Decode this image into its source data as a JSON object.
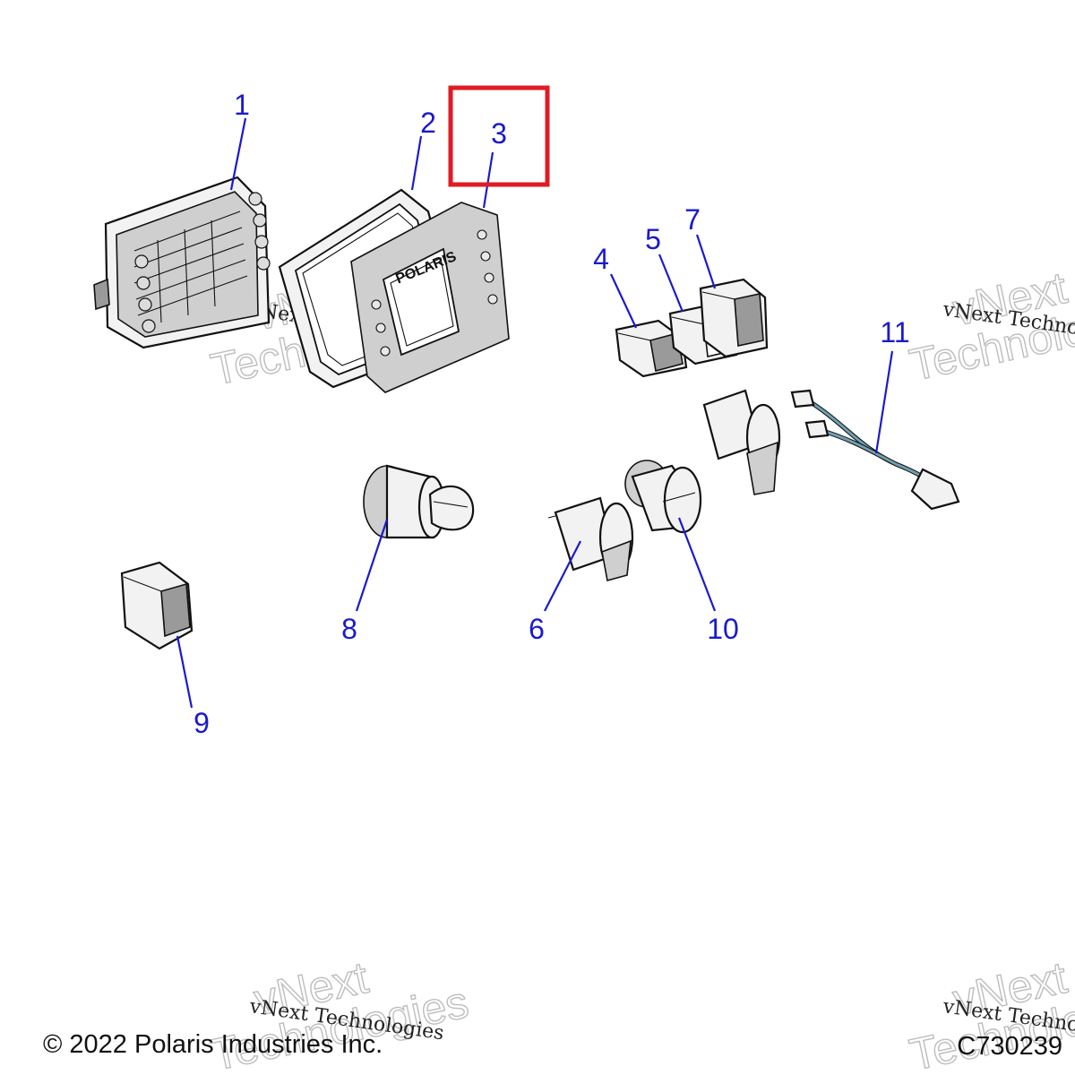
{
  "callouts": [
    {
      "id": "1",
      "label": "1"
    },
    {
      "id": "2",
      "label": "2"
    },
    {
      "id": "3",
      "label": "3"
    },
    {
      "id": "4",
      "label": "4"
    },
    {
      "id": "5",
      "label": "5"
    },
    {
      "id": "6",
      "label": "6"
    },
    {
      "id": "7",
      "label": "7"
    },
    {
      "id": "8",
      "label": "8"
    },
    {
      "id": "9",
      "label": "9"
    },
    {
      "id": "10",
      "label": "10"
    },
    {
      "id": "11",
      "label": "11"
    }
  ],
  "highlighted_callout": "3",
  "highlight_color": "#e01b24",
  "callout_color": "#1a1acc",
  "brand_text": "POLARIS",
  "watermark": {
    "line1": "vNext",
    "line2": "Technologies",
    "small": "vNext Technologies"
  },
  "footer": {
    "copyright": "© 2022 Polaris Industries Inc.",
    "drawing_code": "C730239"
  }
}
